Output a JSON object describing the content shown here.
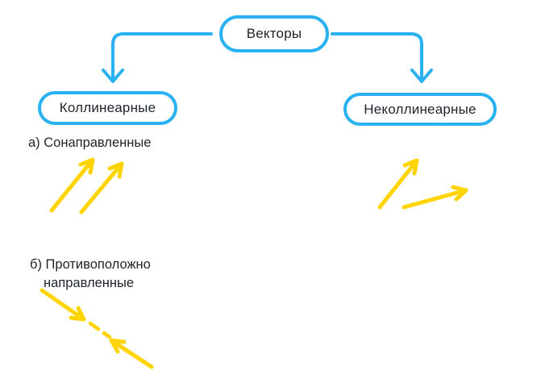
{
  "colors": {
    "accent_blue": "#29B1F1",
    "arrow_yellow": "#FFD400",
    "text_dark": "#1E232B",
    "background": "#FFFFFF"
  },
  "diagram": {
    "root_label": "Векторы",
    "left_branch_label": "Коллинеарные",
    "right_branch_label": "Неколлинеарные",
    "sections": {
      "a_line": "а) Сонаправленные",
      "b_line1": "б) Противоположно",
      "b_line2": "направленные"
    }
  },
  "icons": {
    "co_directed_arrows": "two-parallel-arrows-up-right",
    "opposite_directed_arrows": "two-arrows-pointing-at-each-other-with-dashed-gap",
    "non_collinear_arrows": "two-arrows-in-different-directions",
    "branch_connectors": "rounded-elbow-lines-with-down-chevron-arrowheads"
  }
}
